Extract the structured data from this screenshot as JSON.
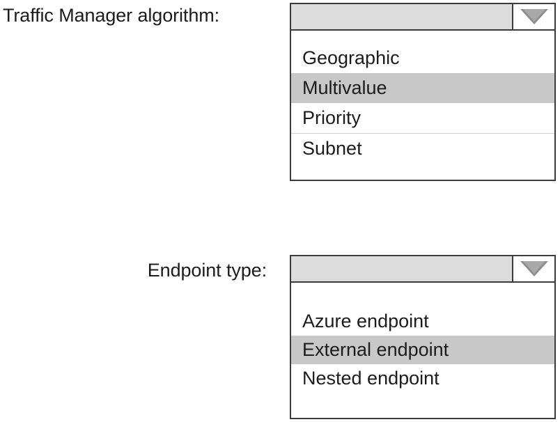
{
  "page": {
    "background_color": "#ffffff",
    "text_color": "#1c1c1c",
    "highlight_color": "#c8c8c8",
    "field_fill_color": "#dcdcdc",
    "border_color": "#3b3b3b"
  },
  "fields": [
    {
      "label": "Traffic Manager algorithm:",
      "selected_value": "",
      "dropdown_icon": "chevron-down-icon",
      "options": [
        {
          "label": "Geographic",
          "selected": false
        },
        {
          "label": "Multivalue",
          "selected": true
        },
        {
          "label": "Priority",
          "selected": false
        },
        {
          "label": "Subnet",
          "selected": false
        }
      ]
    },
    {
      "label": "Endpoint type:",
      "selected_value": "",
      "dropdown_icon": "chevron-down-icon",
      "options": [
        {
          "label": "Azure endpoint",
          "selected": false
        },
        {
          "label": "External endpoint",
          "selected": true
        },
        {
          "label": "Nested endpoint",
          "selected": false
        }
      ]
    }
  ]
}
